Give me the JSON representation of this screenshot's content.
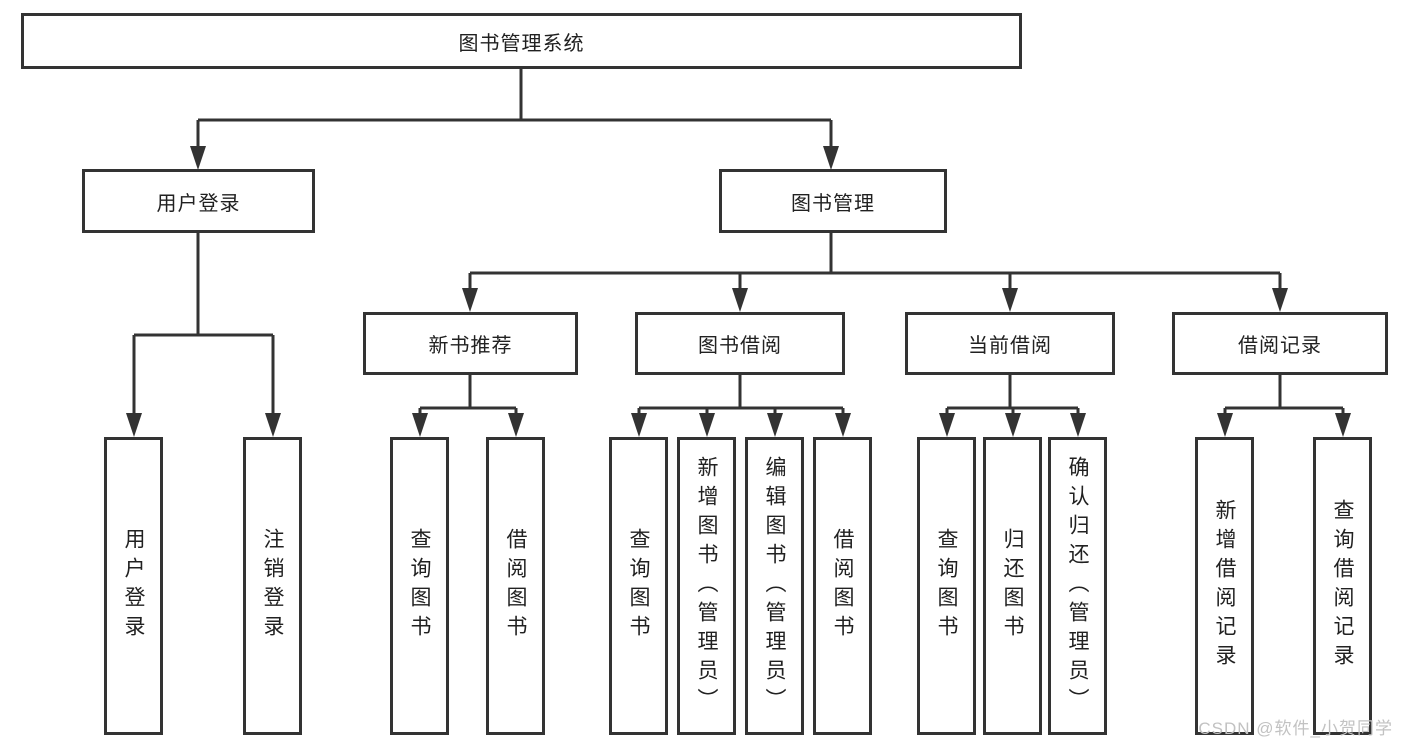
{
  "tree": {
    "root": {
      "label": "图书管理系统"
    },
    "children": [
      {
        "label": "用户登录",
        "children": [
          {
            "label": "用户登录"
          },
          {
            "label": "注销登录"
          }
        ]
      },
      {
        "label": "图书管理",
        "children": [
          {
            "label": "新书推荐",
            "children": [
              {
                "label": "查询图书"
              },
              {
                "label": "借阅图书"
              }
            ]
          },
          {
            "label": "图书借阅",
            "children": [
              {
                "label": "查询图书"
              },
              {
                "label": "新增图书（管理员）"
              },
              {
                "label": "编辑图书（管理员）"
              },
              {
                "label": "借阅图书"
              }
            ]
          },
          {
            "label": "当前借阅",
            "children": [
              {
                "label": "查询图书"
              },
              {
                "label": "归还图书"
              },
              {
                "label": "确认归还（管理员）"
              }
            ]
          },
          {
            "label": "借阅记录",
            "children": [
              {
                "label": "新增借阅记录"
              },
              {
                "label": "查询借阅记录"
              }
            ]
          }
        ]
      }
    ]
  },
  "watermark": {
    "text": "CSDN @软件_小贺同学"
  },
  "colors": {
    "line": "#333333",
    "border": "#333333",
    "text": "#212121",
    "background": "#ffffff",
    "watermark": "#c2c2c2"
  }
}
